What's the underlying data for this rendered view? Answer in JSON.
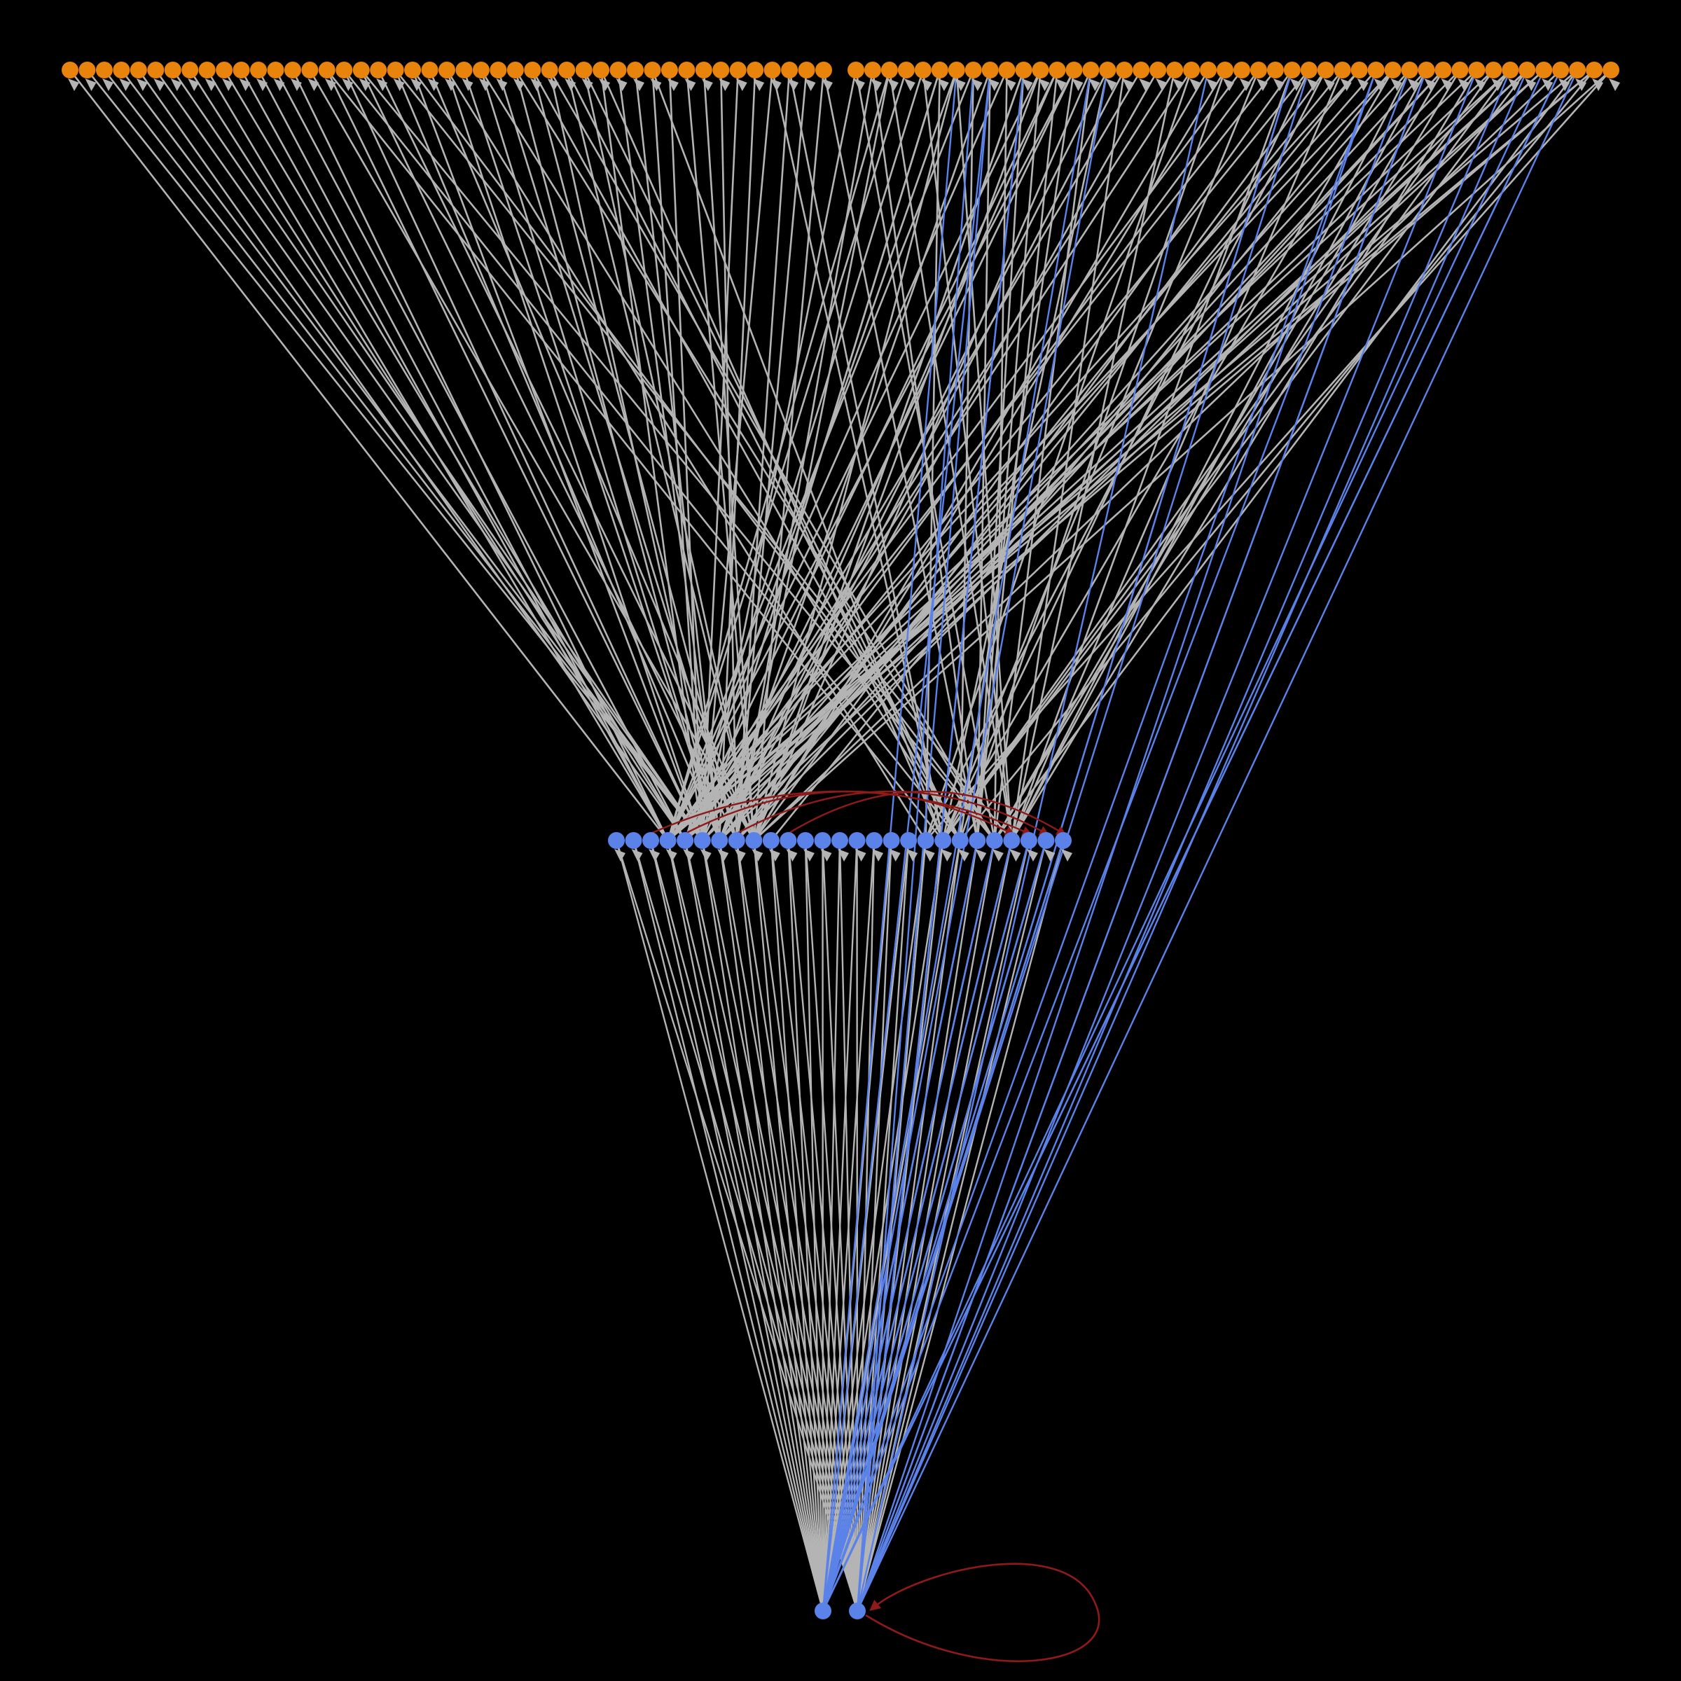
{
  "colors": {
    "background": "#000000",
    "layer0_node": "#E8830C",
    "layer1_node": "#5B82E8",
    "layer2_node": "#5B82E8",
    "edge_default": "#B4B4B4",
    "edge_direct": "#5B82E8",
    "edge_recurrent": "#8E1A1A",
    "arrowhead": "#B4B4B4"
  },
  "graph": {
    "type": "directed-layered-network",
    "layers": [
      {
        "name": "input",
        "count": 91
      },
      {
        "name": "hidden",
        "count": 27
      },
      {
        "name": "output",
        "count": 2
      }
    ],
    "direct_input_to_output_edges": 24,
    "recurrent_hidden_edges": 4,
    "self_loop_output": true
  }
}
